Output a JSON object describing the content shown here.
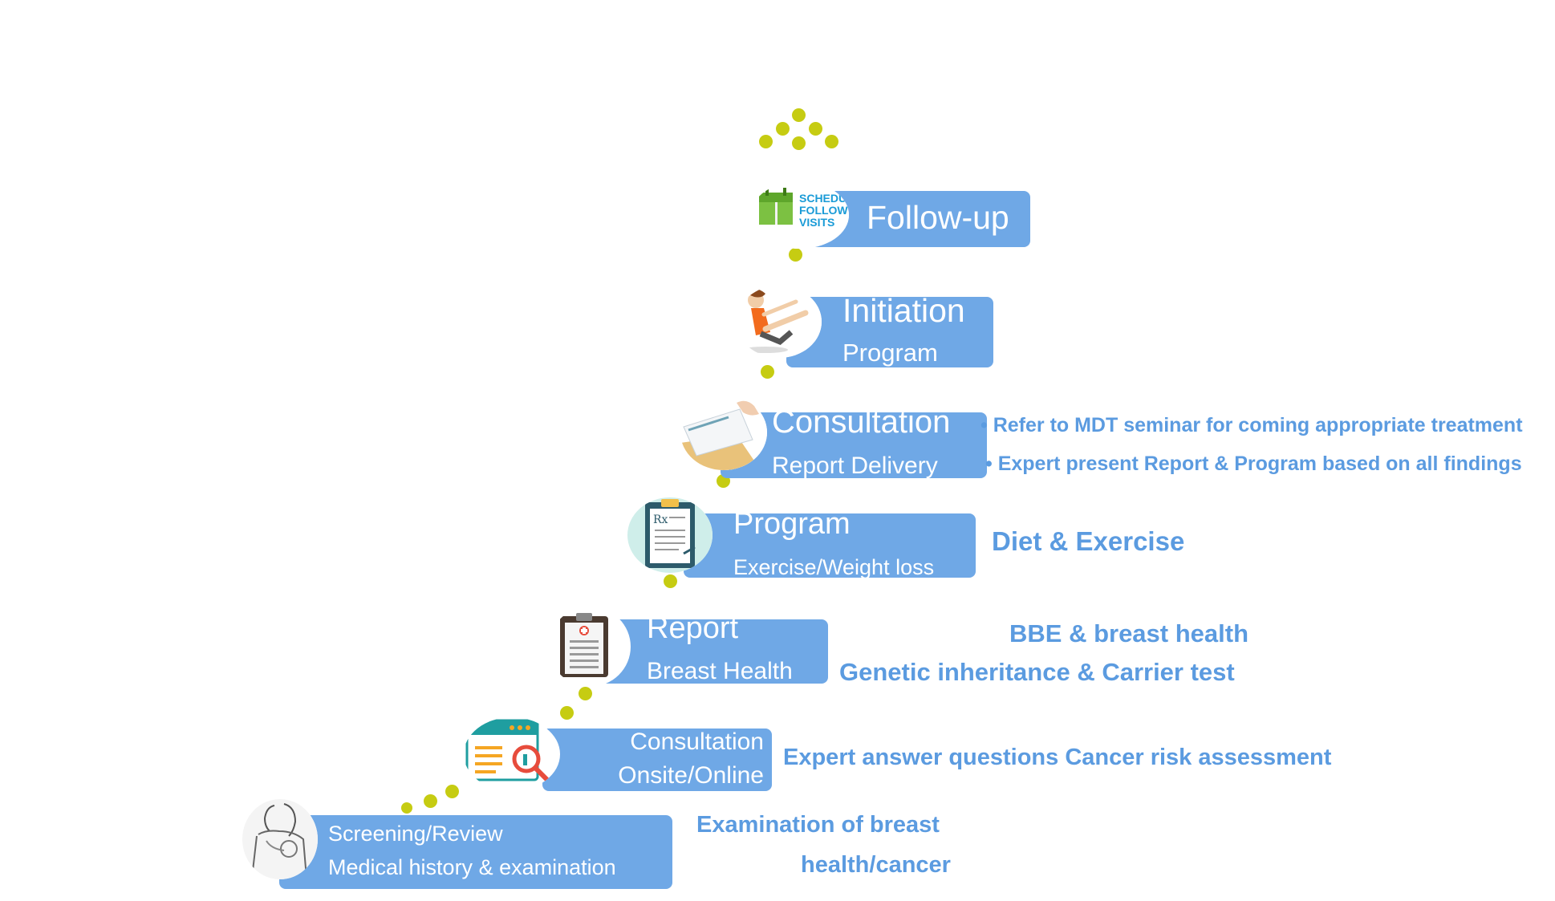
{
  "steps": [
    {
      "id": "screening",
      "line1": "Screening/Review",
      "line2": "Medical history  & examination",
      "icon": "breast-self-exam-icon",
      "notes": [
        "Examination of  breast",
        "health/cancer"
      ]
    },
    {
      "id": "consultation1",
      "line1": "Consultation",
      "line2": "Onsite/Online",
      "icon": "browser-search-icon",
      "notes": [
        "Expert answer questions Cancer risk assessment"
      ]
    },
    {
      "id": "report",
      "line1": "Report",
      "line2": "Breast Health",
      "icon": "clipboard-report-icon",
      "notes": [
        "BBE & breast health",
        "Genetic inheritance & Carrier test"
      ]
    },
    {
      "id": "program",
      "line1": "Program",
      "line2": "Exercise/Weight loss",
      "icon": "prescription-icon",
      "notes": [
        "Diet & Exercise"
      ]
    },
    {
      "id": "consultation2",
      "line1": "Consultation",
      "line2": "Report Delivery",
      "icon": "document-handover-icon",
      "notes": [
        "Refer to MDT seminar for coming appropriate treatment",
        "Expert present Report & Program based on all findings"
      ]
    },
    {
      "id": "initiation",
      "line1": "Initiation",
      "line2": "Program",
      "icon": "exercise-woman-icon",
      "notes": []
    },
    {
      "id": "followup",
      "line1": "Follow-up",
      "line2": "",
      "icon": "schedule-follow-visits-icon",
      "notes": []
    }
  ],
  "followup_badge": [
    "SCHEDULE",
    "FOLLOW",
    "VISITS"
  ],
  "colors": {
    "pill": "#6fa8e6",
    "note": "#5b9be0",
    "dot": "#c6cc12"
  }
}
